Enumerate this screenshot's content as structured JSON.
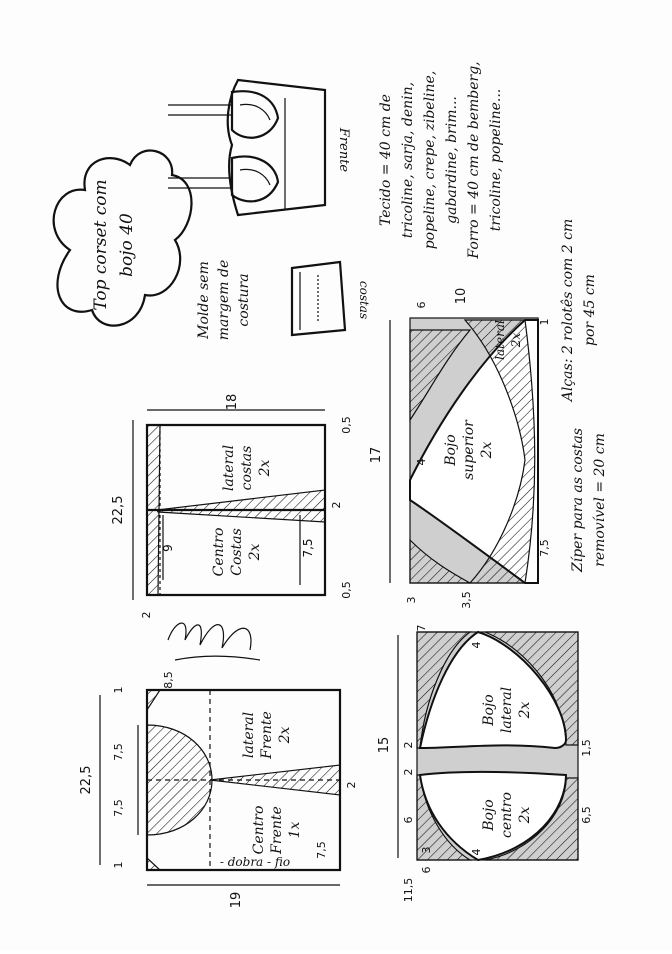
{
  "title": {
    "line1": "Top corset com",
    "line2": "bojo 40"
  },
  "mold_note": {
    "line1": "Molde sem",
    "line2": "margem de",
    "line3": "costura"
  },
  "labels": {
    "frente": "Frente",
    "costas": "costas",
    "dobra_fio": "- dobra - fio"
  },
  "fabric": {
    "line1": "Tecido = 40 cm de",
    "line2": "tricoline, sarja, denin,",
    "line3": "popeline, crepe, zibeline,",
    "line4": "gabardine, brim...",
    "line5": "Forro = 40 cm de bemberg,",
    "line6": "tricoline, popeline..."
  },
  "notes": {
    "alcas_1": "Alças: 2 rolotês com 2 cm",
    "alcas_2": "por 45 cm",
    "ziper_1": "Zíper para as costas",
    "ziper_2": "removível = 20 cm"
  },
  "pieces": {
    "centro_frente": {
      "l1": "Centro",
      "l2": "Frente",
      "l3": "1x"
    },
    "lateral_frente": {
      "l1": "lateral",
      "l2": "Frente",
      "l3": "2x"
    },
    "centro_costas": {
      "l1": "Centro",
      "l2": "Costas",
      "l3": "2x"
    },
    "lateral_costas": {
      "l1": "lateral",
      "l2": "costas",
      "l3": "2x"
    },
    "bojo_superior": {
      "l1": "Bojo",
      "l2": "superior",
      "l3": "2x"
    },
    "lateral_strip": {
      "l1": "lateral",
      "l2": "2x"
    },
    "bojo_lateral": {
      "l1": "Bojo",
      "l2": "lateral",
      "l3": "2x"
    },
    "bojo_centro": {
      "l1": "Bojo",
      "l2": "centro",
      "l3": "2x"
    }
  },
  "dims": {
    "front": {
      "w22_5": "22,5",
      "h19": "19",
      "d1a": "1",
      "d1b": "1",
      "d8_5": "8,5",
      "d7_5a": "7,5",
      "d7_5b": "7,5",
      "d7_5c": "7,5",
      "d2": "2"
    },
    "back": {
      "w22_5": "22,5",
      "h18": "18",
      "d0_5a": "0,5",
      "d0_5b": "0,5",
      "d2a": "2",
      "d2b": "2",
      "d9": "9",
      "d7_5": "7,5"
    },
    "bojo_sup": {
      "w17": "17",
      "h10": "10",
      "d6": "6",
      "d4": "4",
      "d1": "1",
      "d7_5": "7,5",
      "d3": "3",
      "d3_5": "3,5"
    },
    "bojo_lat": {
      "w15": "15",
      "d7": "7",
      "d4a": "4",
      "d4b": "4",
      "d2a": "2",
      "d2b": "2",
      "d1_5": "1,5",
      "d3": "3",
      "d6": "6",
      "d6_5": "6,5",
      "d11_5": "11,5",
      "d6b": "6"
    }
  }
}
